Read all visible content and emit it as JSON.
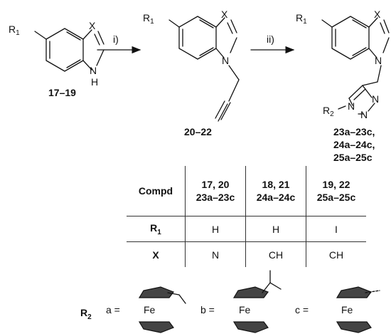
{
  "scheme": {
    "r1_label": "R",
    "r1_sub": "1",
    "x_label": "X",
    "n_label": "N",
    "h_label": "H",
    "r2_label": "R",
    "r2_sub": "2",
    "step1": "i)",
    "step2": "ii)",
    "compound_start": "17–19",
    "compound_mid": "20–22",
    "compound_end": [
      "23a–23c,",
      "24a–24c,",
      "25a–25c"
    ]
  },
  "table": {
    "header_label": "Compd",
    "columns": [
      {
        "line1": "17, 20",
        "line2": "23a–23c"
      },
      {
        "line1": "18, 21",
        "line2": "24a–24c"
      },
      {
        "line1": "19, 22",
        "line2": "25a–25c"
      }
    ],
    "rows": [
      {
        "label_main": "R",
        "label_sub": "1",
        "values": [
          "H",
          "H",
          "I"
        ]
      },
      {
        "label_main": "X",
        "label_sub": "",
        "values": [
          "N",
          "CH",
          "CH"
        ]
      }
    ]
  },
  "substituents": {
    "r2_main": "R",
    "r2_sub": "2",
    "items": [
      {
        "label": "a =",
        "metal": "Fe"
      },
      {
        "label": "b =",
        "metal": "Fe"
      },
      {
        "label": "c =",
        "metal": "Fe"
      }
    ]
  }
}
